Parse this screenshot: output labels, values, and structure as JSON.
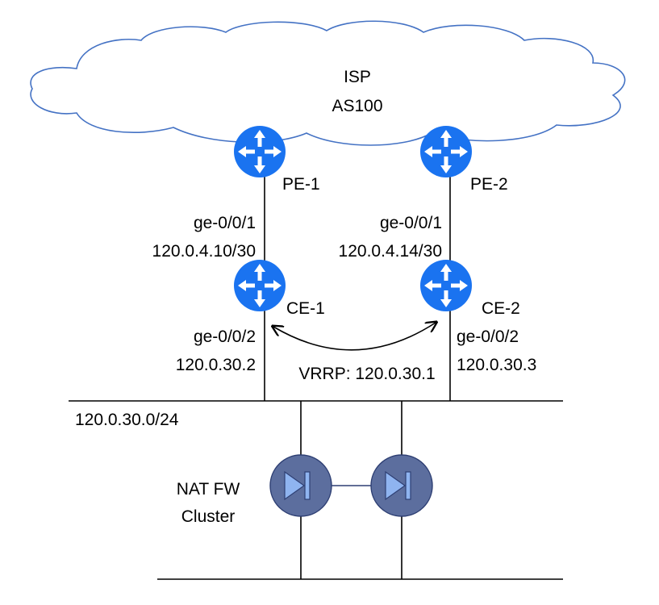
{
  "colors": {
    "router_fill": "#1a73f0",
    "router_arrow": "#ffffff",
    "firewall_fill": "#5c6e9e",
    "firewall_stroke": "#2e3f73",
    "firewall_symbol": "#8fb4f0",
    "line": "#000000",
    "cloud_stroke": "#4472c4"
  },
  "cloud": {
    "line1": "ISP",
    "line2": "AS100"
  },
  "routers": {
    "pe1": {
      "label": "PE-1",
      "icon": "router-icon"
    },
    "pe2": {
      "label": "PE-2",
      "icon": "router-icon"
    },
    "ce1": {
      "label": "CE-1",
      "icon": "router-icon"
    },
    "ce2": {
      "label": "CE-2",
      "icon": "router-icon"
    }
  },
  "links": {
    "pe1_ce1": {
      "interface": "ge-0/0/1",
      "ip": "120.0.4.10/30"
    },
    "pe2_ce2": {
      "interface": "ge-0/0/1",
      "ip": "120.0.4.14/30"
    },
    "ce1_lan": {
      "interface": "ge-0/0/2",
      "ip": "120.0.30.2"
    },
    "ce2_lan": {
      "interface": "ge-0/0/2",
      "ip": "120.0.30.3"
    }
  },
  "vrrp": {
    "label": "VRRP: 120.0.30.1"
  },
  "lan": {
    "subnet": "120.0.30.0/24"
  },
  "firewall_cluster": {
    "line1": "NAT FW",
    "line2": "Cluster",
    "icon": "firewall-icon"
  }
}
